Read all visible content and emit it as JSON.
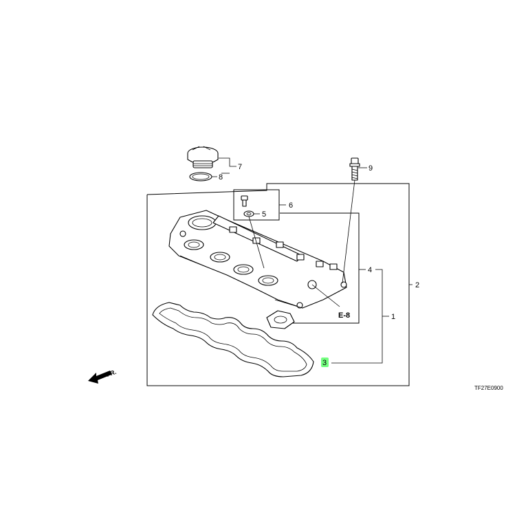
{
  "callouts": {
    "p1": "1",
    "p2": "2",
    "p3": "3",
    "p4": "4",
    "p5": "5",
    "p6": "6",
    "p7": "7",
    "p8": "8",
    "p9": "9"
  },
  "reference": "E-8",
  "front_marker": "FR.",
  "diagram_code": "TF27E0900",
  "colors": {
    "highlight": "#5cff6a",
    "line": "#000000",
    "background": "#ffffff"
  }
}
